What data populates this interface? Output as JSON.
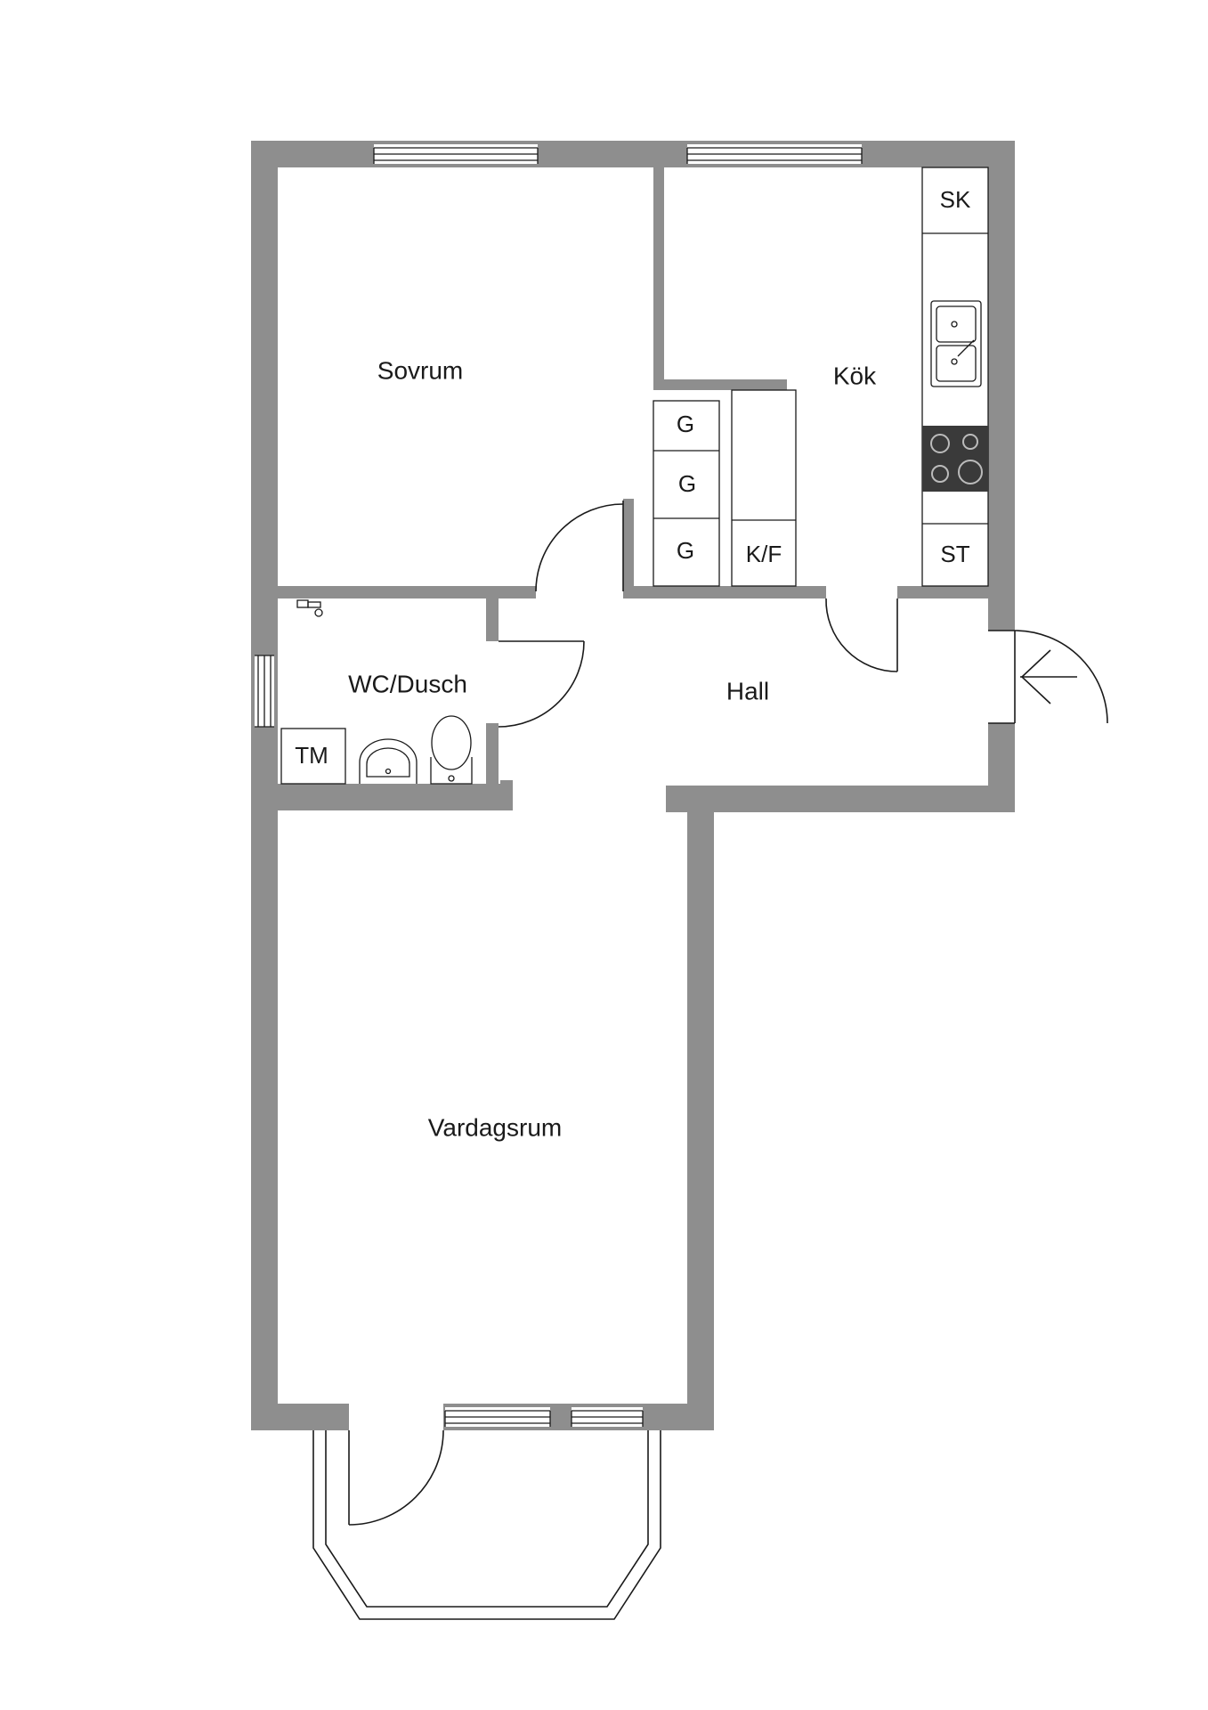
{
  "rooms": {
    "sovrum": "Sovrum",
    "kok": "Kök",
    "wc": "WC/Dusch",
    "hall": "Hall",
    "vardagsrum": "Vardagsrum"
  },
  "fixtures": {
    "sk": "SK",
    "st": "ST",
    "kf": "K/F",
    "g1": "G",
    "g2": "G",
    "g3": "G",
    "tm": "TM"
  },
  "colors": {
    "wall": "#8e8e8e",
    "line": "#1a1a1a",
    "background": "#ffffff",
    "stove": "#3a3a3a"
  },
  "icons": [
    "entrance-arrow-icon",
    "sink-icon",
    "stove-icon",
    "toilet-icon",
    "washbasin-icon",
    "shower-icon"
  ]
}
